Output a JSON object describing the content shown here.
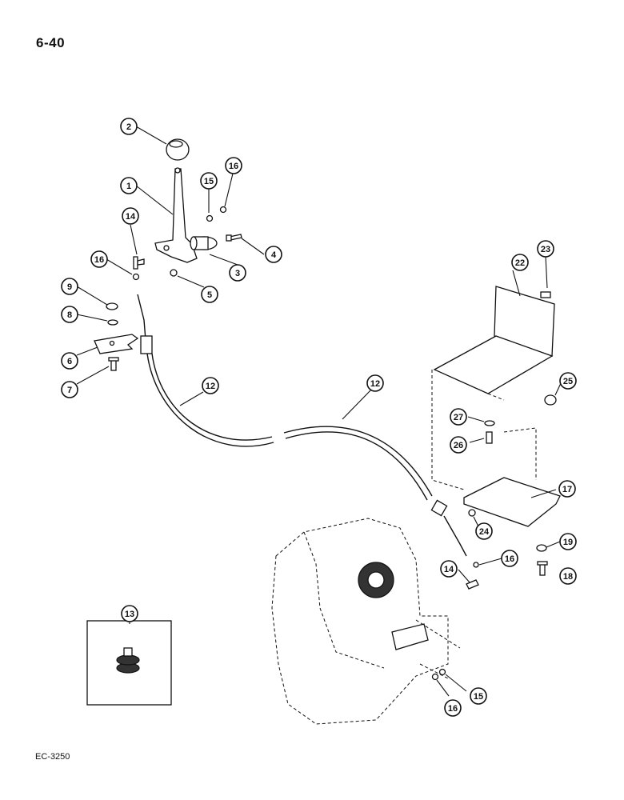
{
  "page": {
    "number": "6-40",
    "code": "EC-3250"
  },
  "callouts": [
    {
      "id": "c2",
      "label": "2"
    },
    {
      "id": "c1",
      "label": "1"
    },
    {
      "id": "c15a",
      "label": "15"
    },
    {
      "id": "c16a",
      "label": "16"
    },
    {
      "id": "c14a",
      "label": "14"
    },
    {
      "id": "c4",
      "label": "4"
    },
    {
      "id": "c16b",
      "label": "16"
    },
    {
      "id": "c3",
      "label": "3"
    },
    {
      "id": "c5",
      "label": "5"
    },
    {
      "id": "c9",
      "label": "9"
    },
    {
      "id": "c8",
      "label": "8"
    },
    {
      "id": "c6",
      "label": "6"
    },
    {
      "id": "c7",
      "label": "7"
    },
    {
      "id": "c12a",
      "label": "12"
    },
    {
      "id": "c12b",
      "label": "12"
    },
    {
      "id": "c22",
      "label": "22"
    },
    {
      "id": "c23",
      "label": "23"
    },
    {
      "id": "c25",
      "label": "25"
    },
    {
      "id": "c27",
      "label": "27"
    },
    {
      "id": "c26",
      "label": "26"
    },
    {
      "id": "c17",
      "label": "17"
    },
    {
      "id": "c24",
      "label": "24"
    },
    {
      "id": "c19",
      "label": "19"
    },
    {
      "id": "c18",
      "label": "18"
    },
    {
      "id": "c16c",
      "label": "16"
    },
    {
      "id": "c14b",
      "label": "14"
    },
    {
      "id": "c13",
      "label": "13"
    },
    {
      "id": "c16d",
      "label": "16"
    },
    {
      "id": "c15b",
      "label": "15"
    }
  ]
}
